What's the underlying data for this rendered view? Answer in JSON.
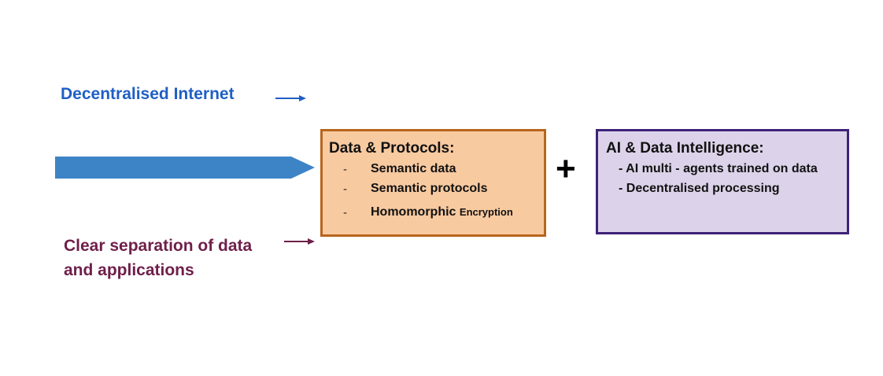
{
  "labels": {
    "decentralised_internet": "Decentralised Internet",
    "clear_separation": "Clear separation of data and applications"
  },
  "data_protocols": {
    "title": "Data & Protocols:",
    "items": [
      {
        "dash": "-",
        "text": "Semantic data"
      },
      {
        "dash": "-",
        "text": "Semantic protocols"
      },
      {
        "dash": "-",
        "text": "Homomorphic",
        "small": "Encryption"
      }
    ]
  },
  "plus_symbol": "+",
  "ai_intelligence": {
    "title": "AI & Data Intelligence:",
    "items": [
      "- AI multi - agents trained on data",
      "- Decentralised processing"
    ]
  },
  "colors": {
    "blue_text": "#1f5fc4",
    "maroon_text": "#6e1f4a",
    "big_arrow": "#3d84c6",
    "orange_fill": "#f8caa0",
    "orange_border": "#b8651b",
    "purple_fill": "#dcd3ea",
    "purple_border": "#3e2278"
  }
}
